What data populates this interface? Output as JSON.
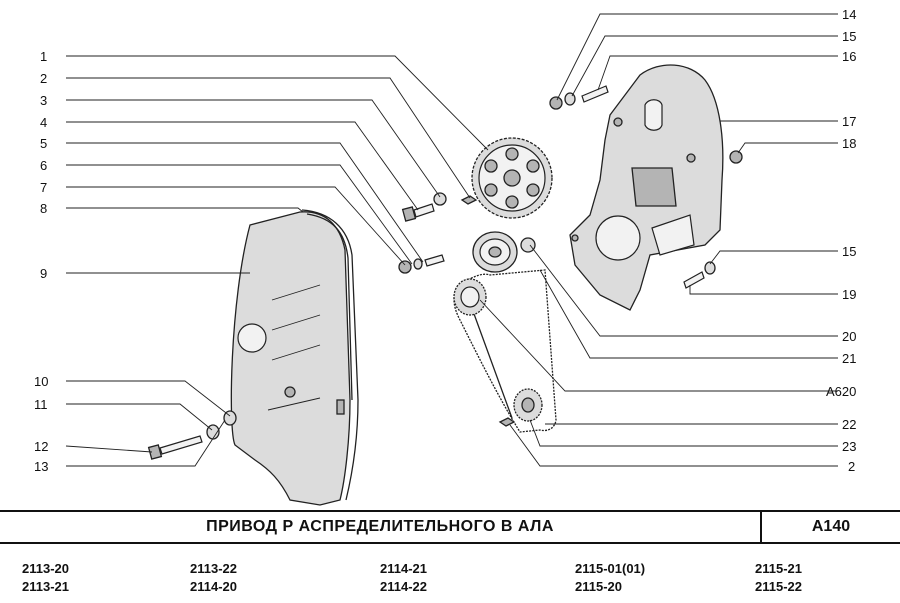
{
  "callouts": {
    "c1": "1",
    "c2": "2",
    "c3": "3",
    "c4": "4",
    "c5": "5",
    "c6": "6",
    "c7": "7",
    "c8": "8",
    "c9": "9",
    "c10": "10",
    "c11": "11",
    "c12": "12",
    "c13": "13",
    "c14": "14",
    "c15": "15",
    "c16": "16",
    "c17": "17",
    "c18": "18",
    "c15b": "15",
    "c19": "19",
    "c20": "20",
    "c21": "21",
    "cA620": "A620",
    "c22": "22",
    "c23": "23",
    "c2b": "2"
  },
  "title": {
    "text": "ПРИВОД   Р АСПРЕДЕЛИТЕЛЬНОГО   В АЛА",
    "code": "A140"
  },
  "models": [
    [
      "2113-20",
      "2113-21"
    ],
    [
      "2113-22",
      "2114-20"
    ],
    [
      "2114-21",
      "2114-22"
    ],
    [
      "2115-01(01)",
      "2115-20"
    ],
    [
      "2115-21",
      "2115-22"
    ]
  ]
}
